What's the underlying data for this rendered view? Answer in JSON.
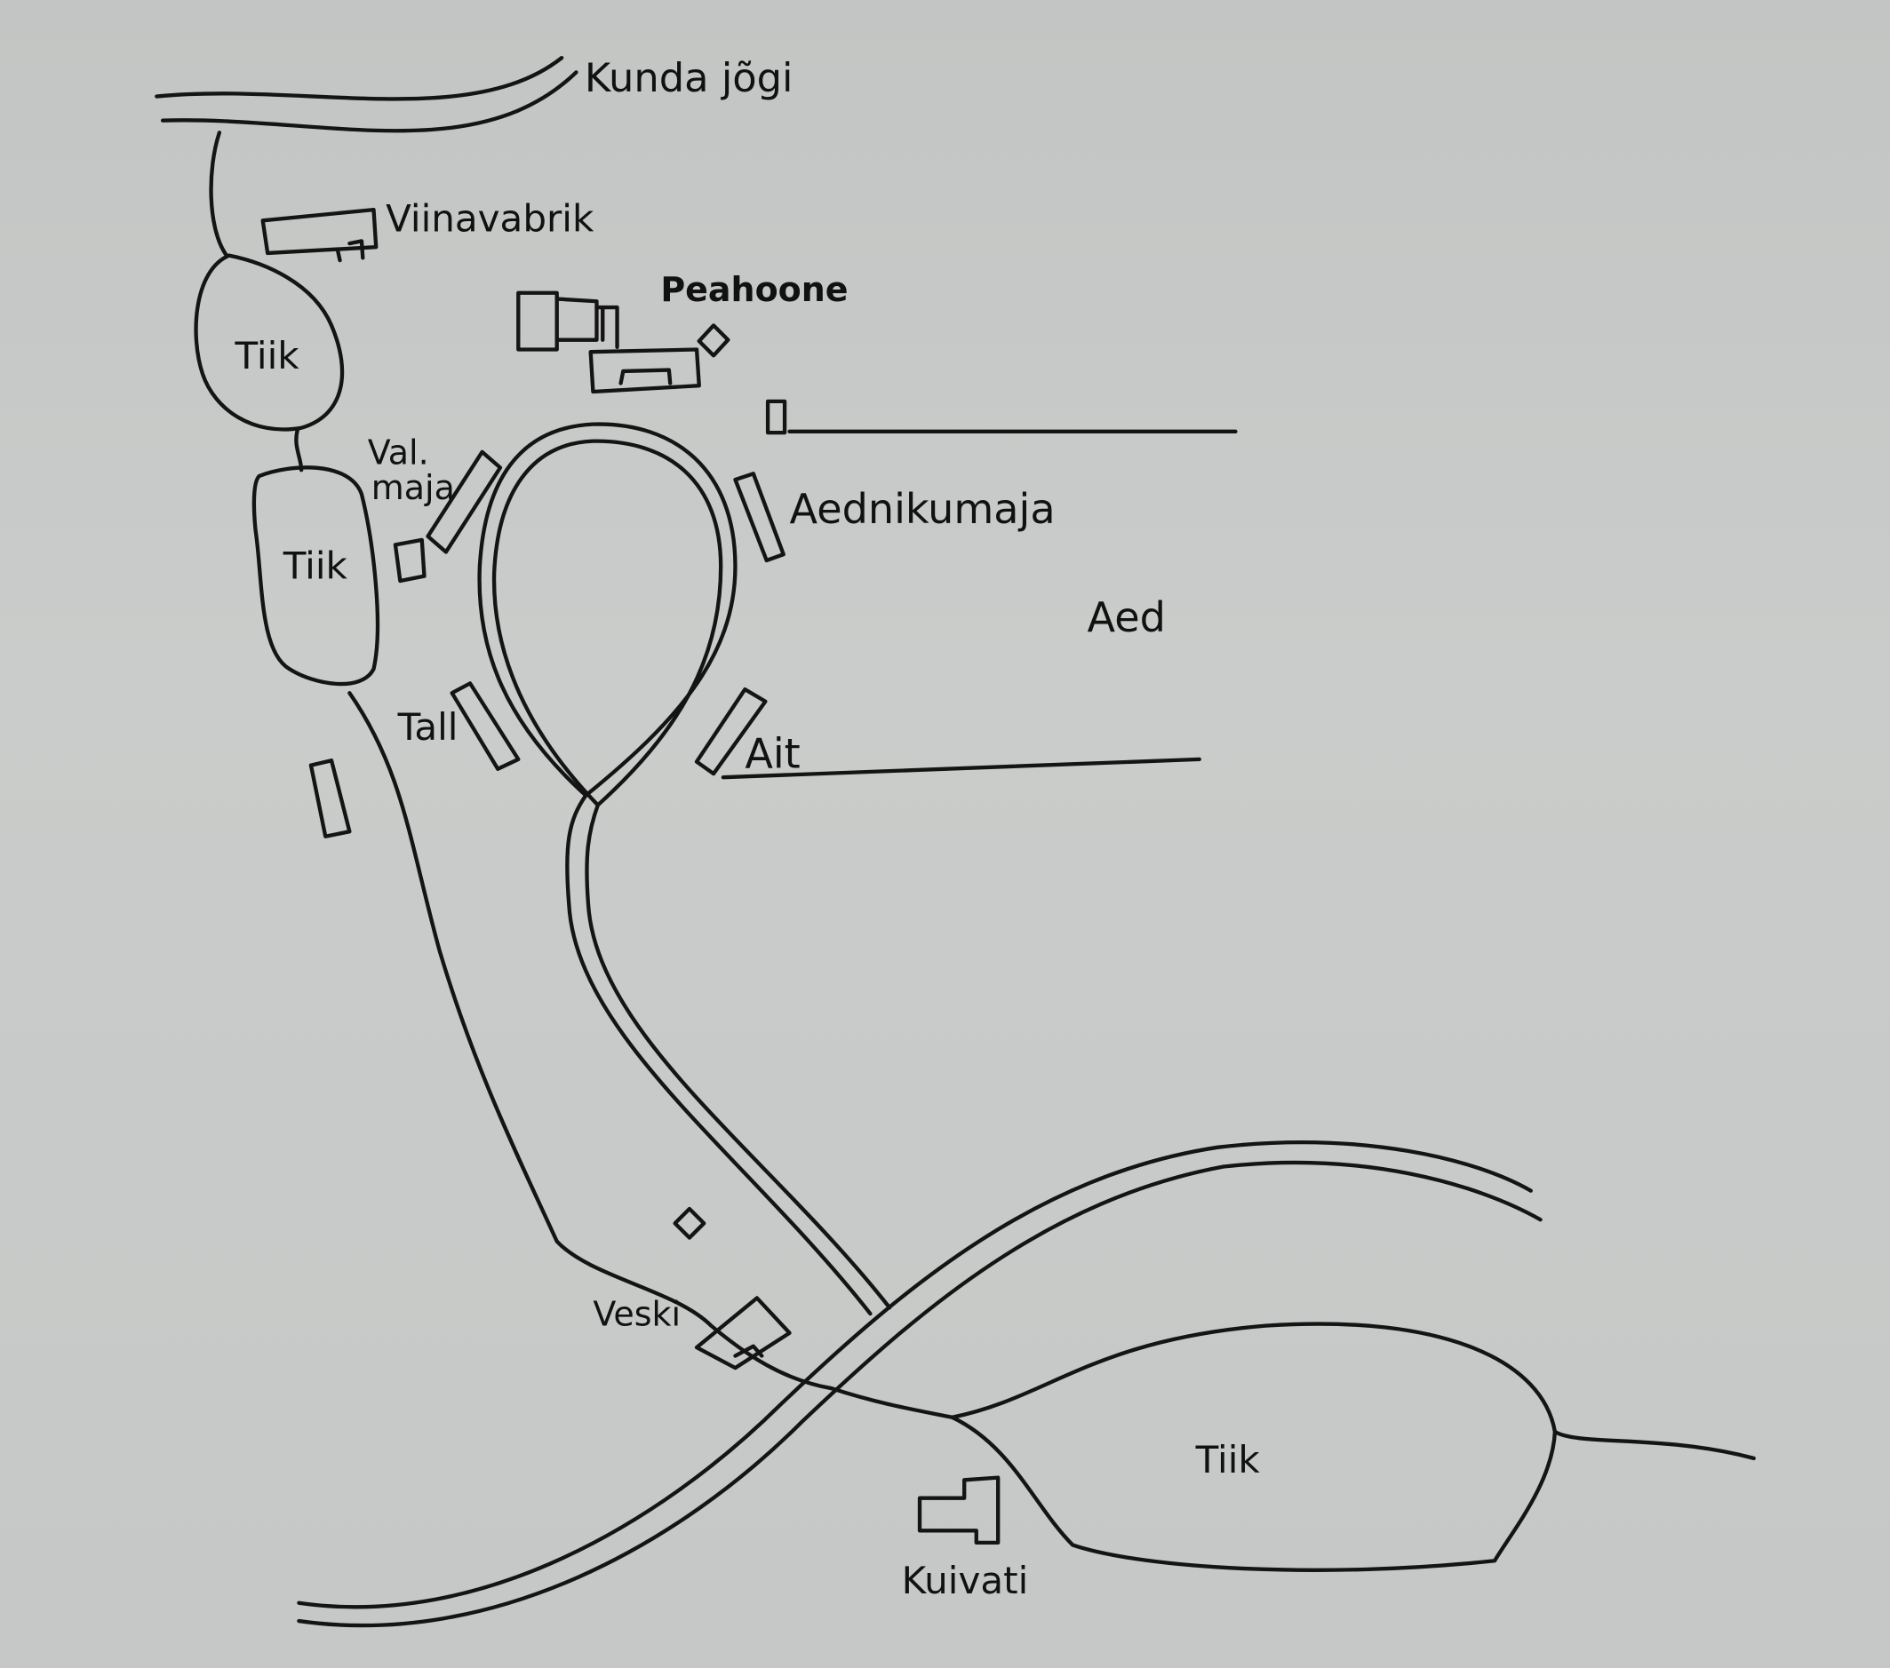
{
  "map": {
    "labels": {
      "river": "Kunda jõgi",
      "distillery": "Viinavabrik",
      "main_building": "Peahoone",
      "pond_north": "Tiik",
      "pond_middle": "Tiik",
      "val_maja_line1": "Val.",
      "val_maja_line2": "maja",
      "gardener_house": "Aednikumaja",
      "garden": "Aed",
      "stable": "Tall",
      "granary": "Ait",
      "mill": "Veski",
      "pond_south": "Tiik",
      "dryer": "Kuivati"
    },
    "colors": {
      "paper": "#c8cac9",
      "ink": "#141414"
    }
  }
}
